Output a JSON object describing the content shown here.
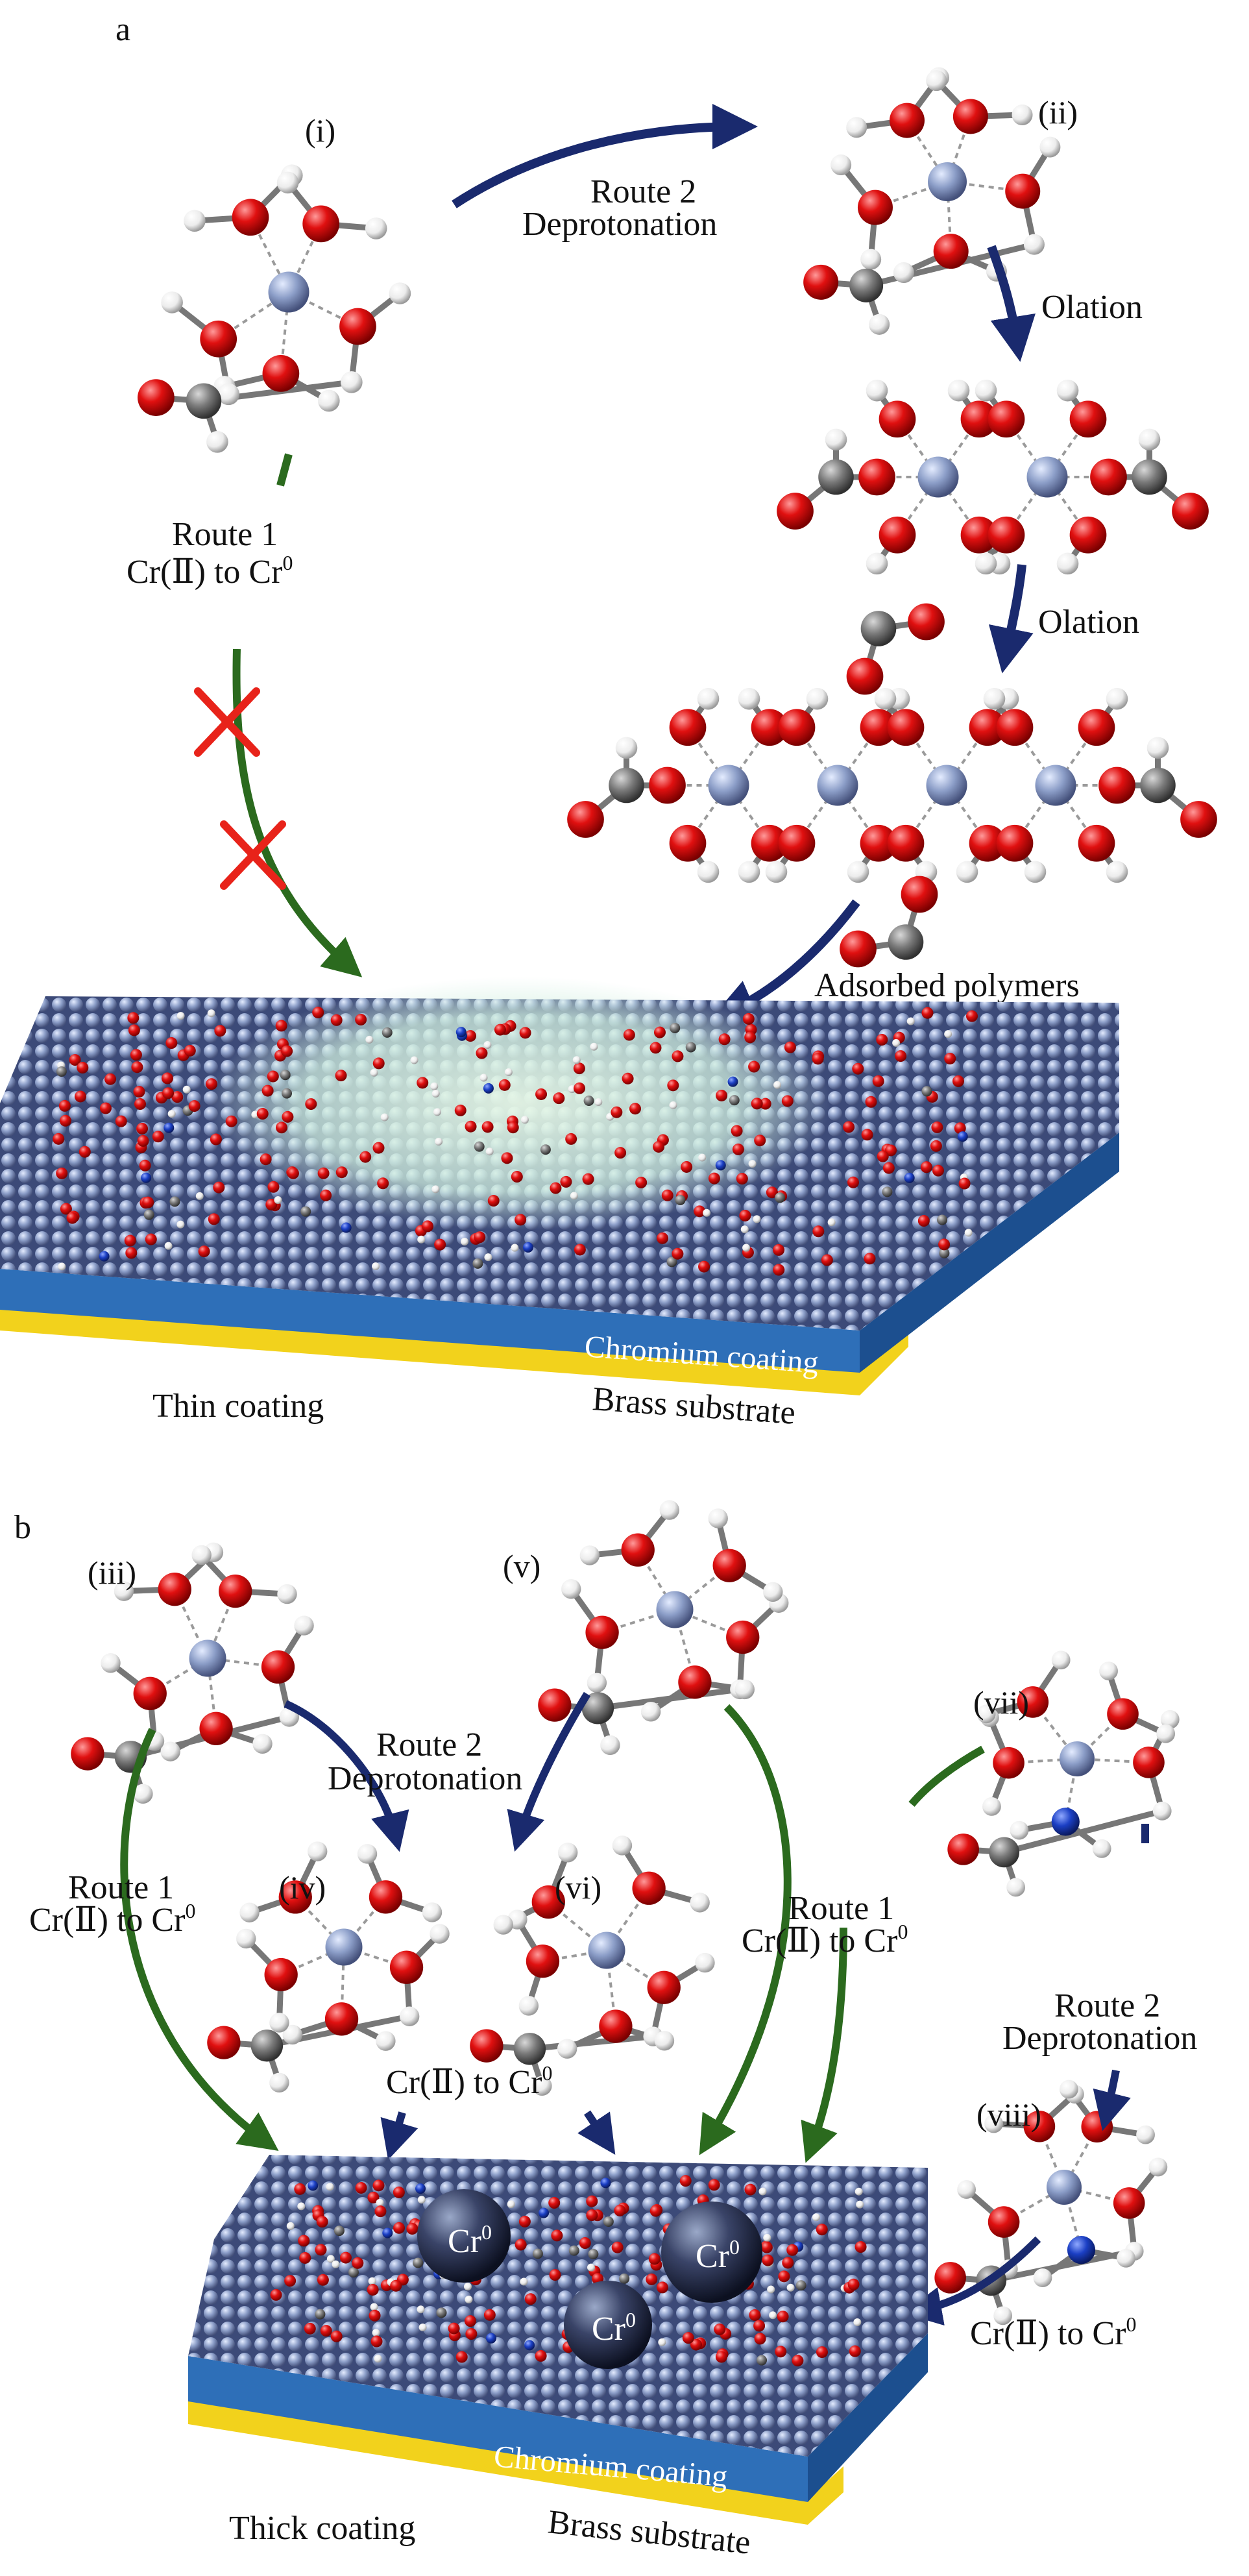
{
  "panel_a": {
    "letter": "a",
    "molecules": {
      "i": "(i)",
      "ii": "(ii)"
    },
    "route2": {
      "title": "Route 2",
      "sub": "Deprotonation"
    },
    "olation_1": "Olation",
    "olation_2": "Olation",
    "route1": {
      "title": "Route 1",
      "reduction_prefix": "Cr(Ⅱ) to Cr",
      "superscript": "0"
    },
    "adsorbed": "Adsorbed polymers",
    "coating_label": "Chromium coating",
    "substrate_label": "Brass substrate",
    "result": "Thin coating"
  },
  "panel_b": {
    "letter": "b",
    "molecules": {
      "iii": "(iii)",
      "iv": "(iv)",
      "v": "(v)",
      "vi": "(vi)",
      "vii": "(vii)",
      "viii": "(viii)"
    },
    "route2_left": {
      "title": "Route 2",
      "sub": "Deprotonation"
    },
    "route2_right": {
      "title": "Route 2",
      "sub": "Deprotonation"
    },
    "route1_left": {
      "title": "Route 1",
      "reduction_prefix": "Cr(Ⅱ) to Cr",
      "superscript": "0"
    },
    "route1_right": {
      "title": "Route 1",
      "reduction_prefix": "Cr(Ⅱ) to Cr",
      "superscript": "0"
    },
    "reduction_center": {
      "prefix": "Cr(Ⅱ) to Cr",
      "superscript": "0"
    },
    "reduction_right": {
      "prefix": "Cr(Ⅱ) to Cr",
      "superscript": "0"
    },
    "cr_particles": [
      "Cr",
      "Cr",
      "Cr"
    ],
    "cr_superscript": "0",
    "coating_label": "Chromium coating",
    "substrate_label": "Brass substrate",
    "result": "Thick coating"
  },
  "colors": {
    "oxygen": "#e01010",
    "carbon": "#707070",
    "hydrogen": "#f2f2f2",
    "chromium": "#8c9ec8",
    "nitrogen": "#1b3fc4",
    "route1_arrow": "#2b6a1e",
    "route2_arrow": "#1a2a6e",
    "cross": "#e8231a",
    "coating": "#2e6fb8",
    "substrate": "#f2d21c"
  }
}
